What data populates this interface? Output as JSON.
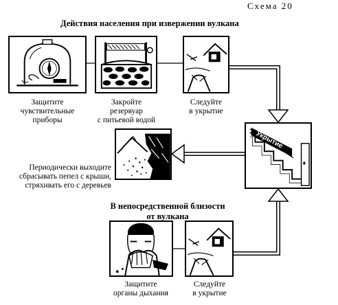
{
  "scheme_label": "Схема 20",
  "title": "Действия населения при извержении вулкана",
  "subtitle_line1": "В непосредственной близости",
  "subtitle_line2": "от вулкана",
  "captions": {
    "protect_devices": [
      "Защитите",
      "чувствительные",
      "приборы"
    ],
    "close_reservoir": [
      "Закройте",
      "резервуар",
      "с питьевой водой"
    ],
    "follow_shelter_top": [
      "Следуйте",
      "в укрытие"
    ],
    "remove_ash": [
      "Периодически выходите",
      "сбрасывать пепел с крыши,",
      "стряхивать его с деревьев"
    ],
    "protect_breathing": [
      "Защитите",
      "органы дыхания"
    ],
    "follow_shelter_bottom": [
      "Следуйте",
      "в укрытие"
    ]
  },
  "shelter_sign": "Укрытие",
  "icons": [
    "compass-under-glass-icon",
    "water-well-icon",
    "person-to-house-icon",
    "ash-from-roof-icon",
    "shelter-stairs-icon",
    "person-covering-face-icon"
  ]
}
